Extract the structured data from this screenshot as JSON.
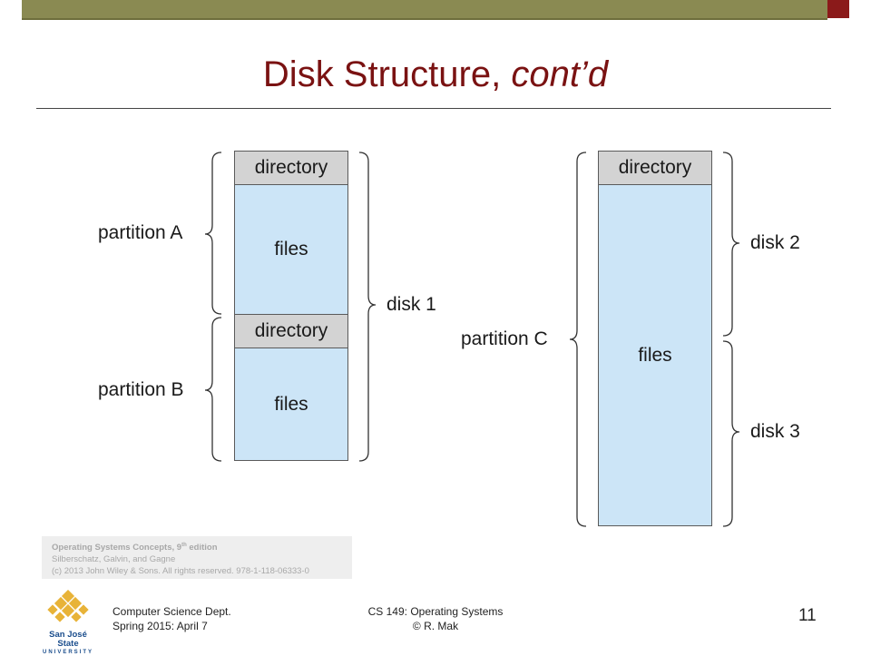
{
  "slide": {
    "title_main": "Disk Structure, ",
    "title_italic": "cont’d"
  },
  "diagram": {
    "block_directory": "directory",
    "block_files": "files",
    "labels": {
      "partition_a": "partition A",
      "partition_b": "partition B",
      "partition_c": "partition C",
      "disk_1": "disk 1",
      "disk_2": "disk 2",
      "disk_3": "disk 3"
    }
  },
  "credit": {
    "line1_prefix": "Operating Systems Concepts, 9",
    "line1_sup": "th",
    "line1_suffix": " edition",
    "line2": "Silberschatz, Galvin, and Gagne",
    "line3": "(c) 2013 John Wiley & Sons. All rights reserved. 978-1-118-06333-0"
  },
  "footer": {
    "logo_line1": "San José State",
    "logo_line2": "UNIVERSITY",
    "dept": "Computer Science Dept.",
    "date": "Spring 2015: April 7",
    "course": "CS 149: Operating Systems",
    "author": "© R. Mak",
    "page": "11"
  },
  "colors": {
    "title": "#7a1212",
    "directory_fill": "#d3d3d3",
    "files_fill": "#cce5f7",
    "logo_gold": "#e8b338",
    "logo_blue": "#1a4d8c"
  }
}
